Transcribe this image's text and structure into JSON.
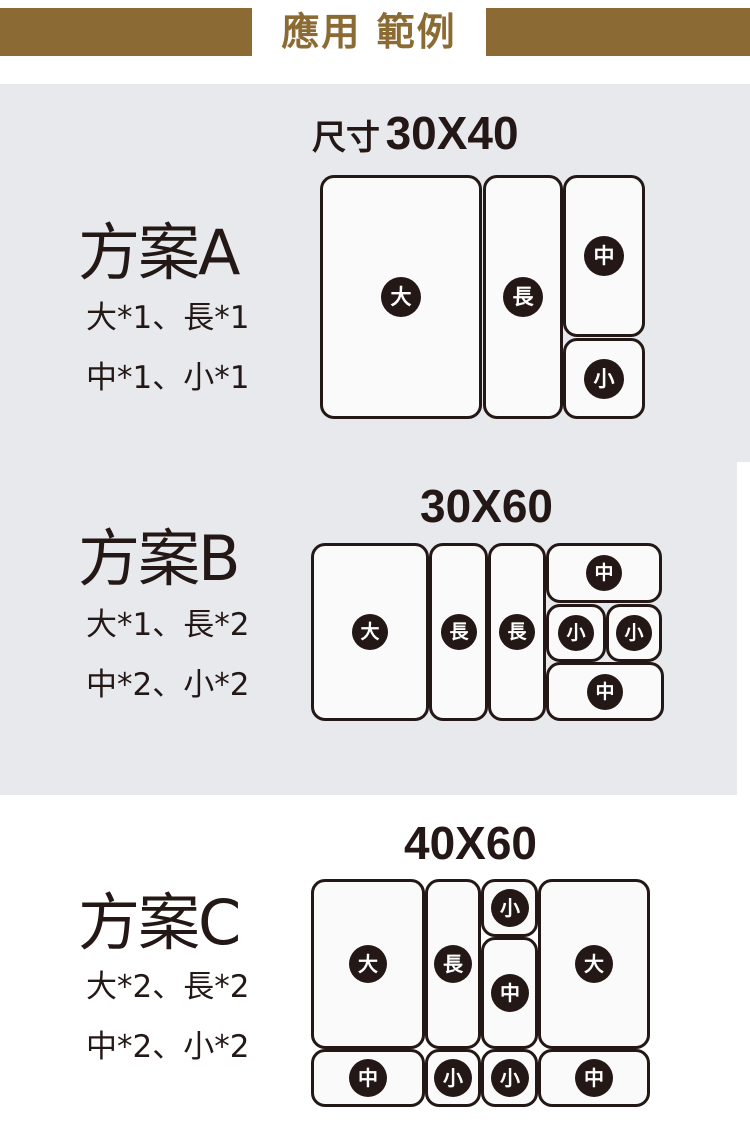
{
  "header": {
    "title": "應用 範例",
    "accent": "#8b6b33"
  },
  "colors": {
    "panel": "#e8e9ed",
    "ink": "#231815"
  },
  "labels": {
    "large": "大",
    "long": "長",
    "medium": "中",
    "small": "小"
  },
  "plans": [
    {
      "name": "方案A",
      "line1": "大*1、長*1",
      "line2": "中*1、小*1",
      "size_prefix": "尺寸",
      "size": "30X40"
    },
    {
      "name": "方案B",
      "line1": "大*1、長*2",
      "line2": "中*2、小*2",
      "size": "30X60"
    },
    {
      "name": "方案C",
      "line1": "大*2、長*2",
      "line2": "中*2、小*2",
      "size": "40X60"
    }
  ]
}
